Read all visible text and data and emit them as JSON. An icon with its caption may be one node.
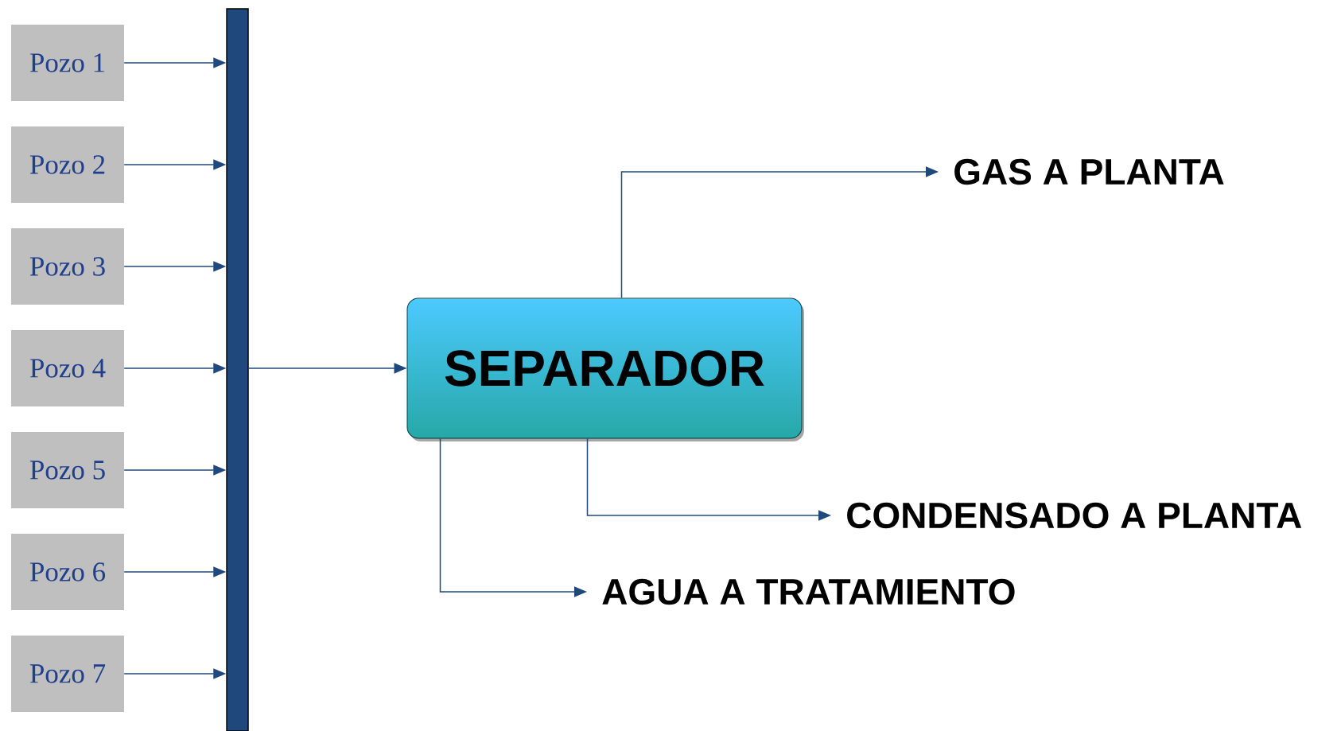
{
  "diagram": {
    "nodes": [
      {
        "text": [
          "Pozo 1"
        ]
      },
      {
        "text": [
          "Pozo 2"
        ]
      },
      {
        "text": [
          "Pozo 3"
        ]
      },
      {
        "text": [
          "Pozo 4"
        ]
      },
      {
        "text": [
          "Pozo 5"
        ]
      },
      {
        "text": [
          "Pozo 6"
        ]
      },
      {
        "text": [
          "Pozo 7"
        ]
      },
      {
        "text": [],
        "shape": "bar"
      },
      {
        "text": [
          "SEPARADOR"
        ]
      },
      {
        "text": [
          "GAS A PLANTA"
        ]
      },
      {
        "text": [
          "CONDENSADO A PLANTA"
        ]
      },
      {
        "text": [
          "AGUA A TRATAMIENTO"
        ]
      }
    ],
    "edges": [
      {
        "from": 0,
        "to": 7,
        "arrow": "to"
      },
      {
        "from": 1,
        "to": 7,
        "arrow": "to"
      },
      {
        "from": 2,
        "to": 7,
        "arrow": "to"
      },
      {
        "from": 3,
        "to": 7,
        "arrow": "to"
      },
      {
        "from": 4,
        "to": 7,
        "arrow": "to"
      },
      {
        "from": 5,
        "to": 7,
        "arrow": "to"
      },
      {
        "from": 6,
        "to": 7,
        "arrow": "to"
      },
      {
        "from": 7,
        "to": 8,
        "arrow": "to"
      },
      {
        "from": 8,
        "to": 9,
        "arrow": "to"
      },
      {
        "from": 8,
        "to": 10,
        "arrow": "to"
      },
      {
        "from": 8,
        "to": 11,
        "arrow": "to"
      }
    ]
  }
}
